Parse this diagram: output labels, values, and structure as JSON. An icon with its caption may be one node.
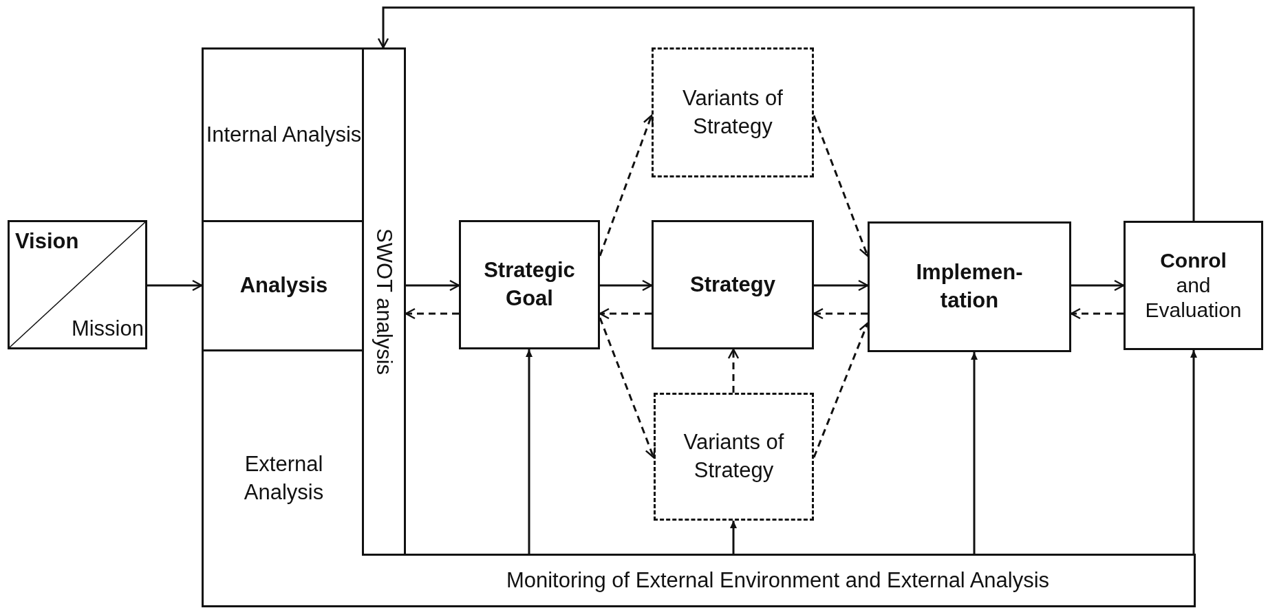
{
  "diagram": {
    "nodes": [
      {
        "text": [
          "Vision",
          "Mission"
        ]
      },
      {
        "text": [
          "Internal Analysis"
        ]
      },
      {
        "text": [
          "Analysis"
        ]
      },
      {
        "text": [
          "External Analysis"
        ]
      },
      {
        "text": [
          "SWOT analysis"
        ]
      },
      {
        "text": [
          "Strategic Goal"
        ]
      },
      {
        "text": [
          "Variants of Strategy"
        ]
      },
      {
        "text": [
          "Strategy"
        ]
      },
      {
        "text": [
          "Variants of Strategy"
        ]
      },
      {
        "text": [
          "Implemen- tation"
        ]
      },
      {
        "text": [
          "**Conrol** and Evaluation"
        ]
      },
      {
        "text": [
          "Monitoring of External Environment and External Analysis"
        ]
      }
    ],
    "edges": [
      {
        "from": 0,
        "to": 2,
        "arrow": "to"
      },
      {
        "from": 4,
        "to": 5,
        "arrow": "to"
      },
      {
        "from": 5,
        "to": 4,
        "arrow": "to",
        "style": "dashed"
      },
      {
        "from": 5,
        "to": 7,
        "arrow": "to"
      },
      {
        "from": 7,
        "to": 5,
        "arrow": "to",
        "style": "dashed"
      },
      {
        "from": 7,
        "to": 9,
        "arrow": "to"
      },
      {
        "from": 9,
        "to": 7,
        "arrow": "to",
        "style": "dashed"
      },
      {
        "from": 9,
        "to": 10,
        "arrow": "to"
      },
      {
        "from": 10,
        "to": 9,
        "arrow": "to",
        "style": "dashed"
      },
      {
        "from": 5,
        "to": 6,
        "arrow": "to",
        "style": "dashed"
      },
      {
        "from": 6,
        "to": 9,
        "arrow": "to",
        "style": "dashed"
      },
      {
        "from": 5,
        "to": 8,
        "arrow": "to",
        "style": "dashed"
      },
      {
        "from": 8,
        "to": 9,
        "arrow": "to",
        "style": "dashed"
      },
      {
        "from": 8,
        "to": 7,
        "arrow": "to",
        "style": "dashed"
      },
      {
        "from": 11,
        "to": 5,
        "arrow": "to"
      },
      {
        "from": 11,
        "to": 8,
        "arrow": "to"
      },
      {
        "from": 11,
        "to": 9,
        "arrow": "to"
      },
      {
        "from": 11,
        "to": 10,
        "arrow": "to"
      },
      {
        "from": 10,
        "to": 4,
        "arrow": "to"
      }
    ]
  }
}
